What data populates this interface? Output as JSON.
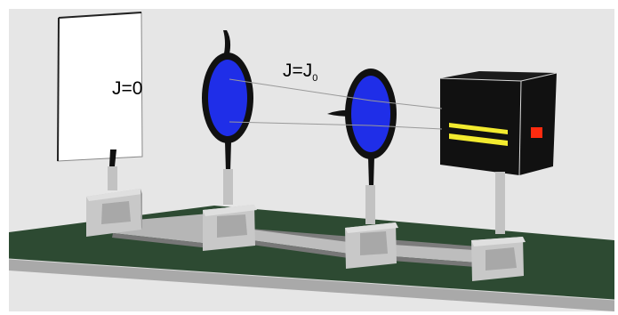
{
  "labels": {
    "screen": "J=0",
    "lens_pair_prefix": "J=J",
    "lens_pair_subscript": "0"
  },
  "colors": {
    "background": "#e6e6e6",
    "table_top": "#2d4a32",
    "table_edge": "#8a8a8a",
    "lens_blue": "#1f2ee8",
    "lens_rim": "#111111",
    "rail_gray": "#b8b8b8",
    "rail_dark": "#8f8f8f",
    "source_box": "#111111",
    "source_slits": "#f3eb2f",
    "source_indicator": "#ff2b0f",
    "screen_fill": "#ffffff"
  }
}
